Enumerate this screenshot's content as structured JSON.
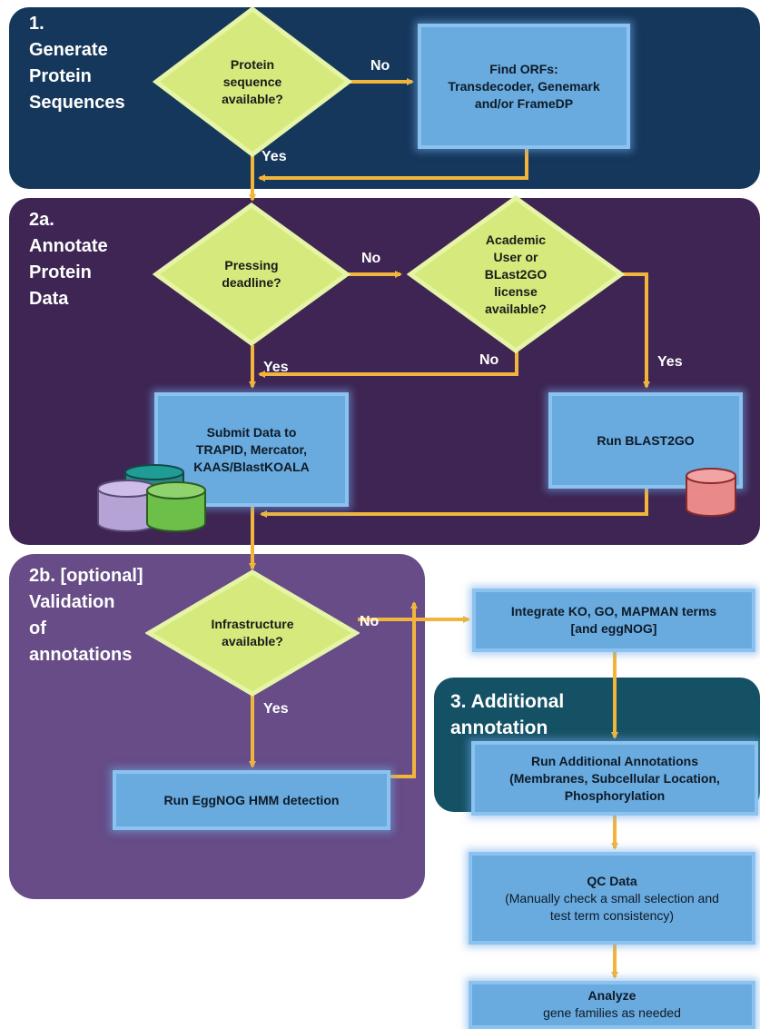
{
  "panels": {
    "p1": "1.\nGenerate\nProtein\nSequences",
    "p2": "2a.\nAnnotate\nProtein\nData",
    "p3": "2b. [optional]\nValidation\nof\nannotations",
    "p4": "3. Additional\nannotation"
  },
  "decisions": {
    "protein_seq": "Protein\nsequence\navailable?",
    "deadline": "Pressing\ndeadline?",
    "academic": "Academic\nUser or\nBLast2GO\nlicense\navailable?",
    "infrastructure": "Infrastructure\navailable?"
  },
  "boxes": {
    "find_orfs": "Find ORFs:\nTransdecoder, Genemark\nand/or FrameDP",
    "submit": "Submit Data to\nTRAPID, Mercator,\nKAAS/BlastKOALA",
    "blast2go": "Run BLAST2GO",
    "eggnog": "Run EggNOG HMM detection",
    "integrate": "Integrate KO, GO, MAPMAN terms\n[and eggNOG]",
    "additional": "Run Additional Annotations\n(Membranes, Subcellular Location,\nPhosphorylation",
    "qc_title": "QC Data",
    "qc_body": "(Manually check a small selection and\ntest term consistency)",
    "analyze_title": "Analyze",
    "analyze_body": "gene families as needed"
  },
  "labels": {
    "no_1": "No",
    "yes_1": "Yes",
    "no_2": "No",
    "no_3": "No",
    "yes_2": "Yes",
    "yes_3": "Yes",
    "no_4": "No",
    "yes_4": "Yes"
  },
  "colors": {
    "arrow": "#f2b53c",
    "diamond": "#d5e97c",
    "box": "#69aadf",
    "panel_1": "#16375c",
    "panel_2a": "#3e2553",
    "panel_2b": "#674c87",
    "panel_3": "#155165"
  }
}
